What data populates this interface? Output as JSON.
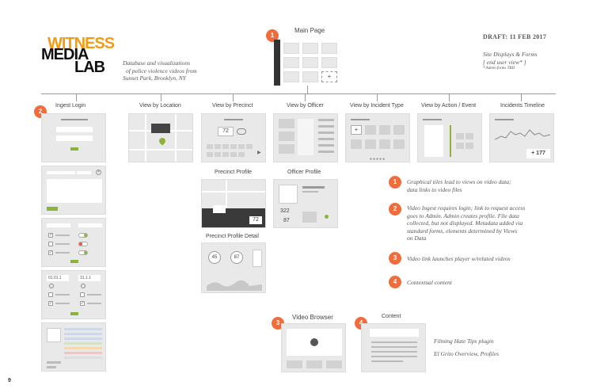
{
  "logo": {
    "line1": "WITNESS",
    "line2": "MEDIA",
    "line3": "LAB"
  },
  "description": [
    "Database and visualizations",
    "of police violence videos from",
    "Sunset Park, Brooklyn, NY"
  ],
  "draft": "DRAFT: 11 FEB 2017",
  "subtitle": [
    "Site Displays & Forms",
    "[ end user view* ]",
    "* Admin forms TBD"
  ],
  "main_page": {
    "label": "Main Page",
    "badge": "1"
  },
  "columns": {
    "ingest_login": {
      "label": "Ingest Login",
      "badge": "2"
    },
    "location": {
      "label": "View by Location"
    },
    "precinct": {
      "label": "View by Precinct",
      "value": "72"
    },
    "officer": {
      "label": "View by Officer"
    },
    "incident": {
      "label": "View by Incident Type"
    },
    "action": {
      "label": "View by Action / Event"
    },
    "timeline": {
      "label": "Incidents Timeline",
      "value": "+ 177"
    }
  },
  "precinct_profile": {
    "label": "Precinct Profile",
    "value": "72"
  },
  "officer_profile": {
    "label": "Officer Profile",
    "value1": "322",
    "value2": "87"
  },
  "precinct_detail": {
    "label": "Precinct Profile Detail",
    "value1": "45",
    "value2": "87"
  },
  "ingest_dates": {
    "start": "01.01.1",
    "end": "31.1.1"
  },
  "video_browser": {
    "label": "Video Browser",
    "badge": "3"
  },
  "content": {
    "label": "Content",
    "badge": "4",
    "lines": [
      "Filming Hate Tips plugin",
      "El Grito Overview, Profiles"
    ]
  },
  "legend": [
    {
      "badge": "1",
      "text": [
        "Graphical tiles lead to views on video data;",
        "data links to video files"
      ]
    },
    {
      "badge": "2",
      "text": [
        "Video Ingest requires login; link to request access",
        "goes to Admin. Admin creates profile. File data",
        "collected, but not displayed. Metadata added via",
        "standard forms, elements determined by Views",
        "on Data"
      ]
    },
    {
      "badge": "3",
      "text": [
        "Video link launches player w/related videos"
      ]
    },
    {
      "badge": "4",
      "text": [
        "Contextual content"
      ]
    }
  ],
  "page_number": "9",
  "colors": {
    "accent": "#f26b3a",
    "logo_orange": "#f39c12",
    "green": "#8cb43c"
  }
}
